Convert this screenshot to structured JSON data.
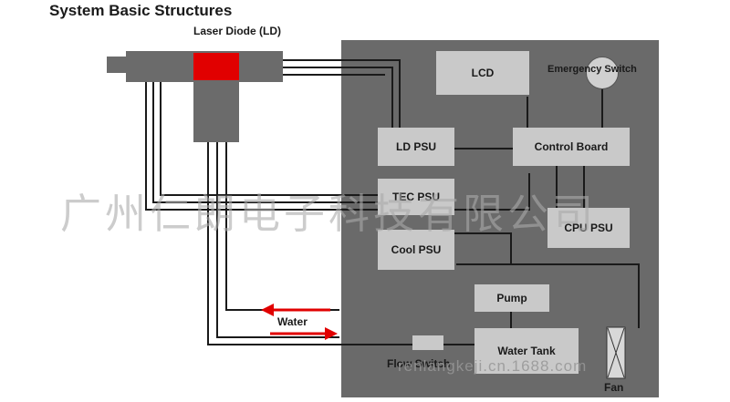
{
  "title": "System Basic Structures",
  "laser_diode_label": "Laser Diode (LD)",
  "components": {
    "lcd": "LCD",
    "emergency_switch": "Emergency Switch",
    "ld_psu": "LD PSU",
    "control_board": "Control Board",
    "tec_psu": "TEC PSU",
    "cpu_psu": "CPU PSU",
    "cool_psu": "Cool PSU",
    "pump": "Pump",
    "water_tank": "Water Tank",
    "flow_switch": "Flow Switch",
    "fan": "Fan"
  },
  "water_label": "Water",
  "colors": {
    "panel": "#6a6a6a",
    "box": "#c9c9c9",
    "emitter": "#e10000",
    "arrow": "#e10000"
  },
  "watermark": "广州仁朗电子科技有限公司",
  "watermark_url": "renlangkeji.cn.1688.com"
}
